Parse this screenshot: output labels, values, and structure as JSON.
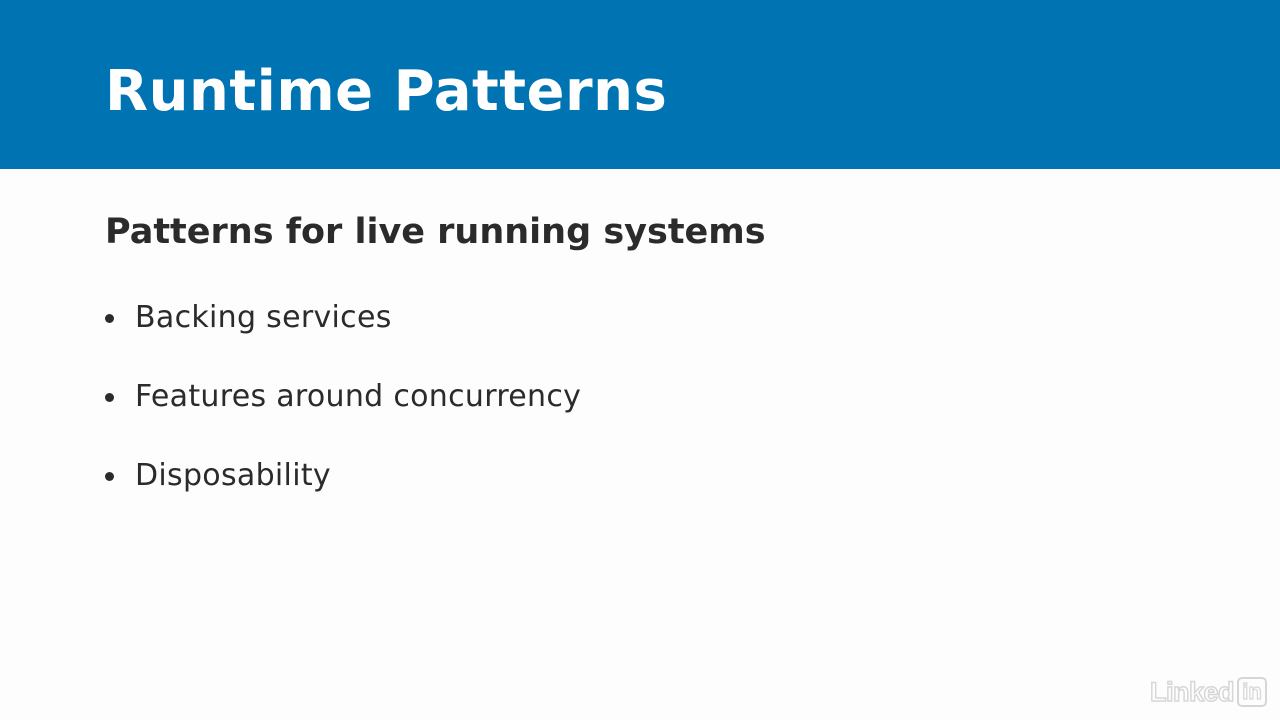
{
  "slide": {
    "title": "Runtime Patterns",
    "subtitle": "Patterns for live running systems",
    "bullets": [
      "Backing services",
      "Features around concurrency",
      "Disposability"
    ]
  },
  "watermark": {
    "text": "Linked",
    "box_text": "in"
  },
  "colors": {
    "header_band": "#0074b3",
    "title_text": "#ffffff",
    "body_text": "#2b2b2b",
    "background": "#fdfdfd"
  }
}
